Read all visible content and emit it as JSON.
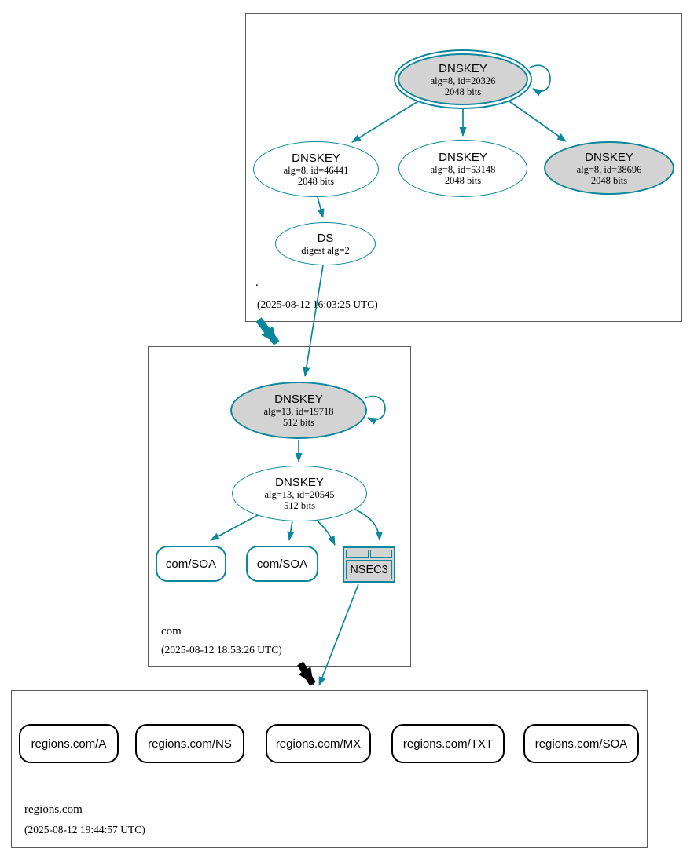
{
  "colors": {
    "teal": "#0a879a",
    "node_fill_gray": "#d3d3d3",
    "node_fill_white": "#ffffff",
    "insecure_black": "#000000",
    "zone_border": "#5a5a5a"
  },
  "zones": {
    "root": {
      "label": ".",
      "timestamp": "(2025-08-12 16:03:25 UTC)",
      "nodes": {
        "ksk": {
          "title": "DNSKEY",
          "detail": "alg=8, id=20326",
          "bits": "2048 bits"
        },
        "zsk_46441": {
          "title": "DNSKEY",
          "detail": "alg=8, id=46441",
          "bits": "2048 bits"
        },
        "zsk_53148": {
          "title": "DNSKEY",
          "detail": "alg=8, id=53148",
          "bits": "2048 bits"
        },
        "zsk_38696": {
          "title": "DNSKEY",
          "detail": "alg=8, id=38696",
          "bits": "2048 bits"
        },
        "ds": {
          "title": "DS",
          "detail": "digest alg=2"
        }
      }
    },
    "com": {
      "label": "com",
      "timestamp": "(2025-08-12 18:53:26 UTC)",
      "nodes": {
        "ksk": {
          "title": "DNSKEY",
          "detail": "alg=13, id=19718",
          "bits": "512 bits"
        },
        "zsk": {
          "title": "DNSKEY",
          "detail": "alg=13, id=20545",
          "bits": "512 bits"
        },
        "soa1": {
          "label": "com/SOA"
        },
        "soa2": {
          "label": "com/SOA"
        },
        "nsec3": {
          "label": "NSEC3"
        }
      }
    },
    "regions": {
      "label": "regions.com",
      "timestamp": "(2025-08-12 19:44:57 UTC)",
      "rrsets": [
        {
          "label": "regions.com/A"
        },
        {
          "label": "regions.com/NS"
        },
        {
          "label": "regions.com/MX"
        },
        {
          "label": "regions.com/TXT"
        },
        {
          "label": "regions.com/SOA"
        }
      ]
    }
  }
}
